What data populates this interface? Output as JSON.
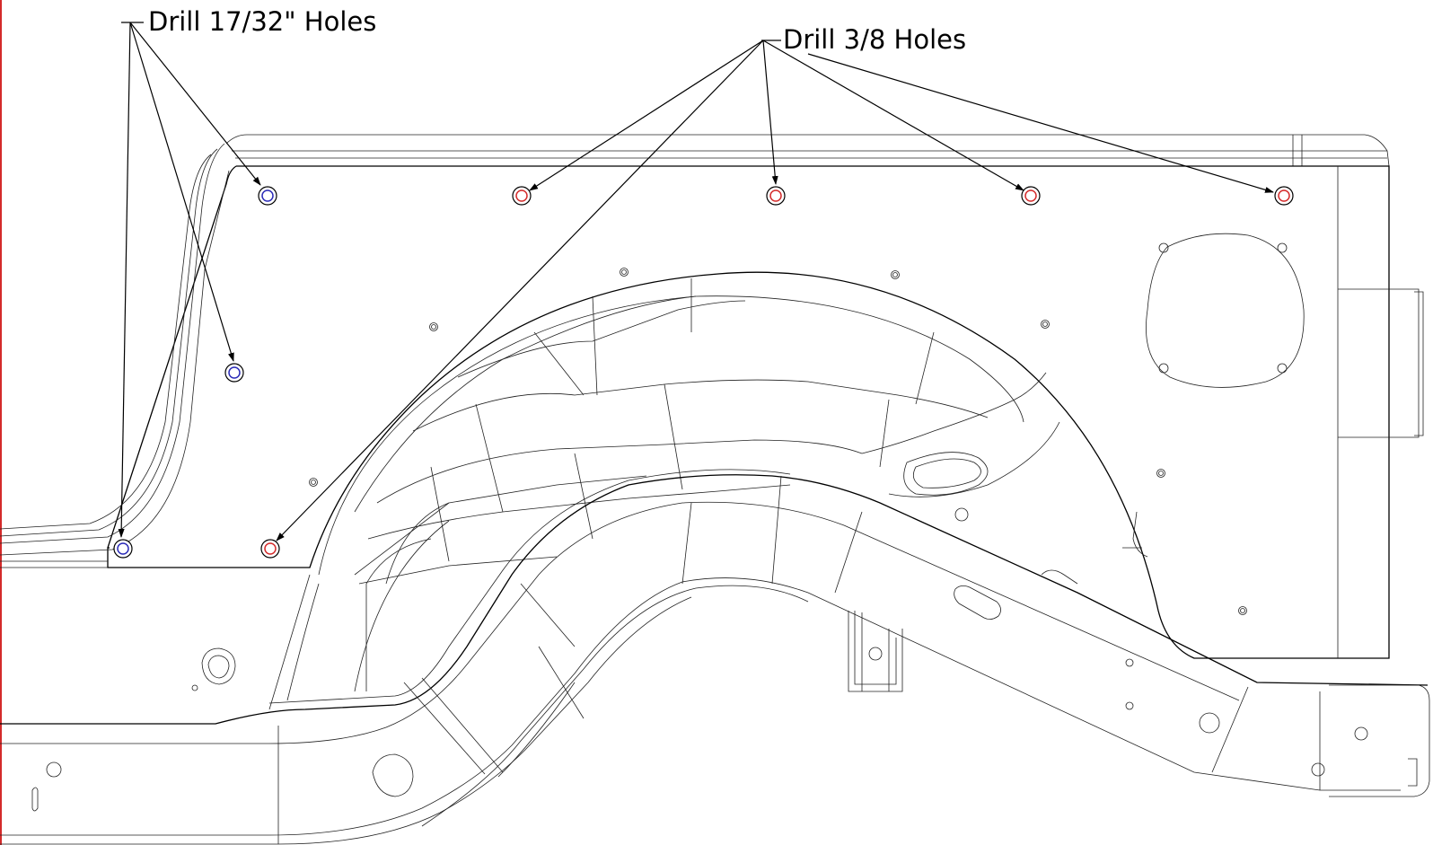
{
  "callouts": {
    "large_holes_label": "Drill 17/32\" Holes",
    "small_holes_label": "Drill 3/8 Holes"
  },
  "colors": {
    "large_hole_marker": "#2b2bb8",
    "small_hole_marker": "#d42b2b",
    "leader_line": "#000000",
    "border_left": "#d42b2b"
  },
  "holes": {
    "large_count": 3,
    "small_count": 5
  }
}
